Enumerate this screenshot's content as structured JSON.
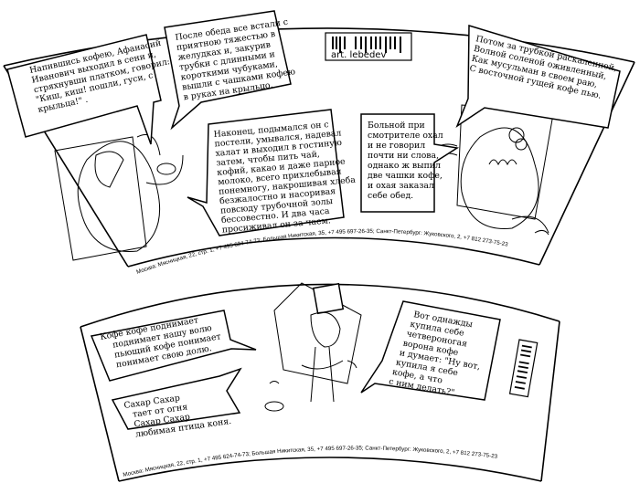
{
  "logo": {
    "text": "art. lebedev"
  },
  "top_cup": {
    "bubbles": [
      {
        "lines": [
          "Напившись кофею, Афанасий",
          "Иванович выходил в сени и,",
          "стряхнувши платком, говорил:",
          "\"Киш, киш! пошли, гуси, с",
          "крыльца!\" ."
        ]
      },
      {
        "lines": [
          "После обеда все встали с",
          "приятною тяжестью в",
          "желудках и, закурив",
          "трубки с длинными и",
          "короткими чубуками,",
          "вышли с чашками кофею",
          "в руках на крыльцо."
        ]
      },
      {
        "lines": [
          "Наконец, подымался он с",
          "постели, умывался, надевал",
          "халат и выходил в гостиную",
          "затем, чтобы пить чай,",
          "кофий, какао и даже парное",
          "молоко, всего прихлебывая",
          "понемногу, накрошивая хлеба",
          "безжалостно и насоривая",
          "повсюду трубочной золы",
          "бессовестно. И два часа",
          "просиживал он за чаем."
        ]
      },
      {
        "lines": [
          "Потом за трубкой раскаленной,",
          "Волной соленой оживленный,",
          "Как мусульман в своем раю,",
          "С восточной гущей кофе пью."
        ]
      },
      {
        "lines": [
          "Больной при",
          "смотрителе охал",
          "и не  говорил",
          "почти ни слова,",
          "однако ж выпил",
          "две чашки кофе,",
          "и охая заказал",
          "себе обед."
        ]
      }
    ],
    "address": "Москва: Мясницкая, 22, стр. 1, +7 495 624-74-73; Большая Никитская, 35, +7 495 697-26-35; Санкт-Петербург: Жуковского, 2, +7 812 273-75-23"
  },
  "bottom_cup": {
    "bubbles": [
      {
        "lines": [
          "Кофе кофе поднимает",
          "поднимает нашу волю",
          "пьющий кофе понимает",
          "понимает свою долю."
        ]
      },
      {
        "lines": [
          "Сахар Сахар",
          "тает от огня",
          "Сахар Сахар",
          "любимая птица коня."
        ]
      },
      {
        "lines": [
          "Вот однажды",
          "купила себе",
          "четвероногая",
          "ворона кофе",
          "и думает: \"Ну вот,",
          "купила я себе",
          "кофе, а что",
          "с ним делать?\""
        ]
      }
    ],
    "address": "Москва: Мясницкая, 22, стр. 1, +7 495 624-74-73; Большая Никитская, 35, +7 495 697-26-35; Санкт-Петербург: Жуковского, 2, +7 812 273-75-23"
  }
}
